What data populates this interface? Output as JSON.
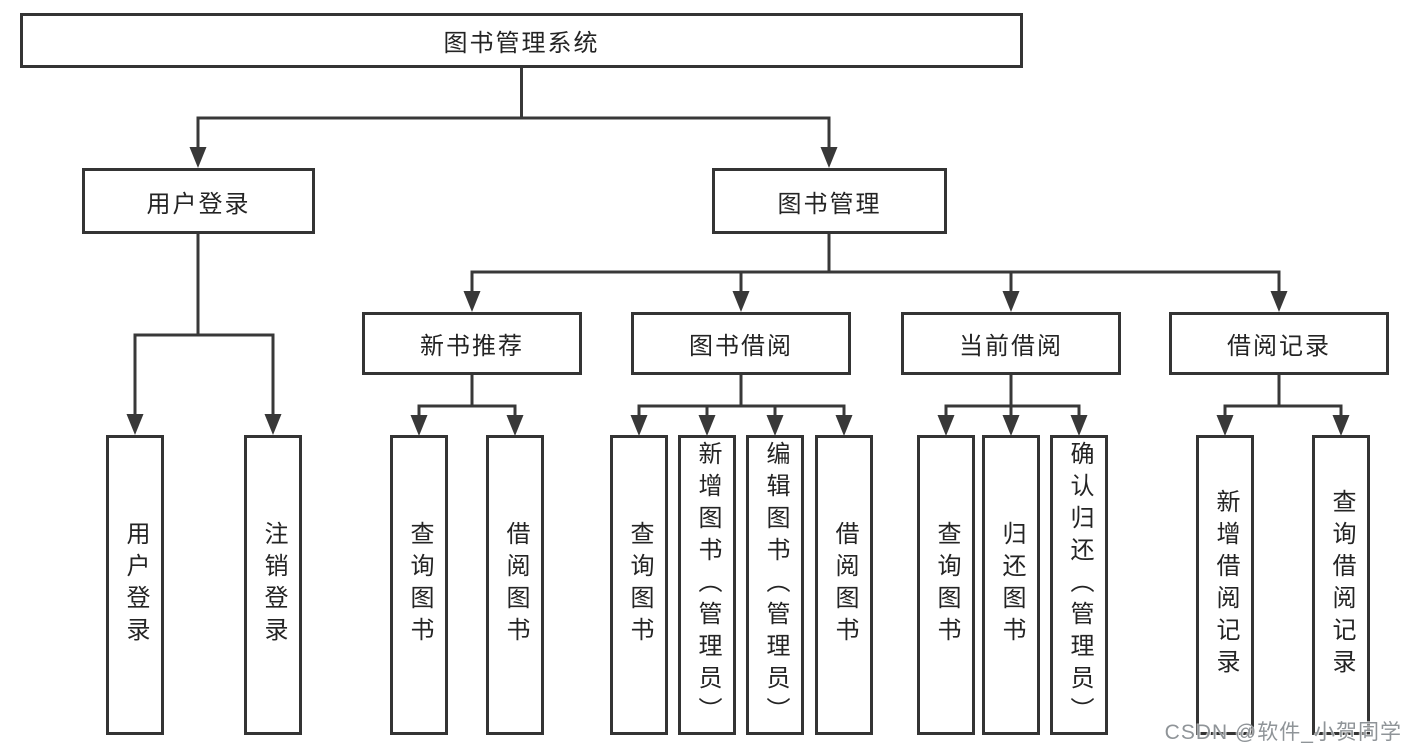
{
  "colors": {
    "line": "#383838",
    "border": "#343434",
    "text": "#242424",
    "watermark": "#8f9498",
    "background": "#ffffff"
  },
  "watermark": {
    "text": "CSDN @软件_小贺同学"
  },
  "tree": {
    "root": "图书管理系统",
    "user": {
      "label": "用户登录",
      "children": [
        "用户登录",
        "注销登录"
      ]
    },
    "mgmt": {
      "label": "图书管理",
      "sections": [
        {
          "label": "新书推荐",
          "children": [
            "查询图书",
            "借阅图书"
          ]
        },
        {
          "label": "图书借阅",
          "children": [
            "查询图书",
            "新增图书（管理员）",
            "编辑图书（管理员）",
            "借阅图书"
          ]
        },
        {
          "label": "当前借阅",
          "children": [
            "查询图书",
            "归还图书",
            "确认归还（管理员）"
          ]
        },
        {
          "label": "借阅记录",
          "children": [
            "新增借阅记录",
            "查询借阅记录"
          ]
        }
      ]
    }
  }
}
